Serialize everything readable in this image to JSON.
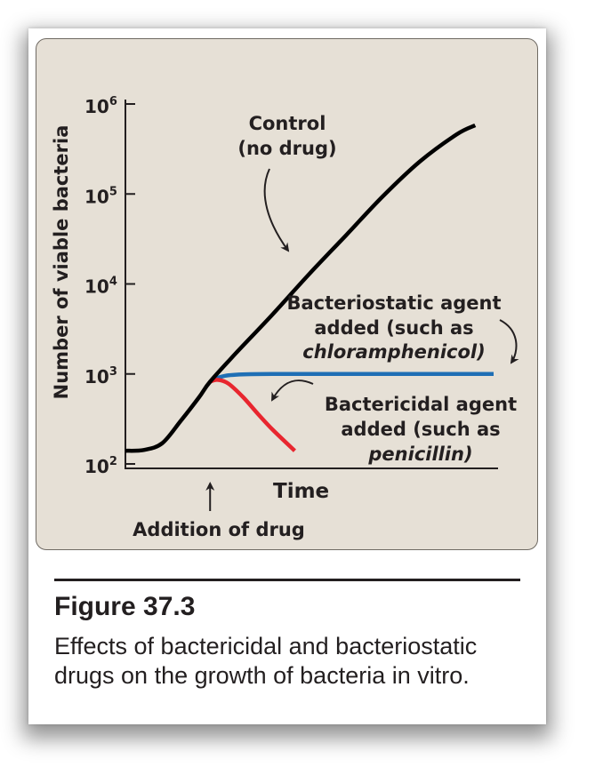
{
  "chart_data": {
    "type": "line",
    "ylabel": "Number of viable bacteria",
    "xlabel": "Time",
    "y_scale": "log",
    "y_ticks": [
      {
        "base": "10",
        "exp": "2",
        "value": 100
      },
      {
        "base": "10",
        "exp": "3",
        "value": 1000
      },
      {
        "base": "10",
        "exp": "4",
        "value": 10000
      },
      {
        "base": "10",
        "exp": "5",
        "value": 100000
      },
      {
        "base": "10",
        "exp": "6",
        "value": 1000000
      }
    ],
    "ylim": [
      100,
      1000000
    ],
    "xlim": [
      0,
      10
    ],
    "grid": false,
    "drug_addition_time": 2.3,
    "series": [
      {
        "key": "control",
        "label_lines": [
          "Control",
          "(no drug)"
        ],
        "color": "#000000",
        "points": [
          [
            0,
            140
          ],
          [
            0.5,
            143
          ],
          [
            1,
            170
          ],
          [
            1.5,
            300
          ],
          [
            2,
            550
          ],
          [
            2.3,
            820
          ],
          [
            3,
            1700
          ],
          [
            4,
            4600
          ],
          [
            5,
            13000
          ],
          [
            6,
            35000
          ],
          [
            7,
            95000
          ],
          [
            8,
            230000
          ],
          [
            9,
            460000
          ],
          [
            9.5,
            580000
          ]
        ]
      },
      {
        "key": "bacteriostatic",
        "label_lines": [
          "Bacteriostatic agent",
          "added (such as",
          "chloramphenicol)"
        ],
        "color": "#1f6fb5",
        "points": [
          [
            2.3,
            820
          ],
          [
            2.6,
            930
          ],
          [
            3,
            980
          ],
          [
            4,
            1000
          ],
          [
            6,
            1000
          ],
          [
            8,
            1000
          ],
          [
            10,
            1000
          ]
        ]
      },
      {
        "key": "bactericidal",
        "label_lines": [
          "Bactericidal agent",
          "added (such as",
          "penicillin)"
        ],
        "color": "#e8262f",
        "points": [
          [
            2.3,
            820
          ],
          [
            2.5,
            860
          ],
          [
            2.8,
            780
          ],
          [
            3.2,
            550
          ],
          [
            3.6,
            360
          ],
          [
            4,
            240
          ],
          [
            4.6,
            140
          ]
        ]
      }
    ],
    "annotations": {
      "drug_arrow_label": "Addition of drug"
    }
  },
  "figure": {
    "title": "Figure 37.3",
    "caption": "Effects of bactericidal and bacteriostatic drugs on the growth of bacteria in vitro."
  },
  "colors": {
    "panel_background": "#e6e0d6",
    "panel_border": "#6f6a63",
    "text": "#231f20"
  }
}
